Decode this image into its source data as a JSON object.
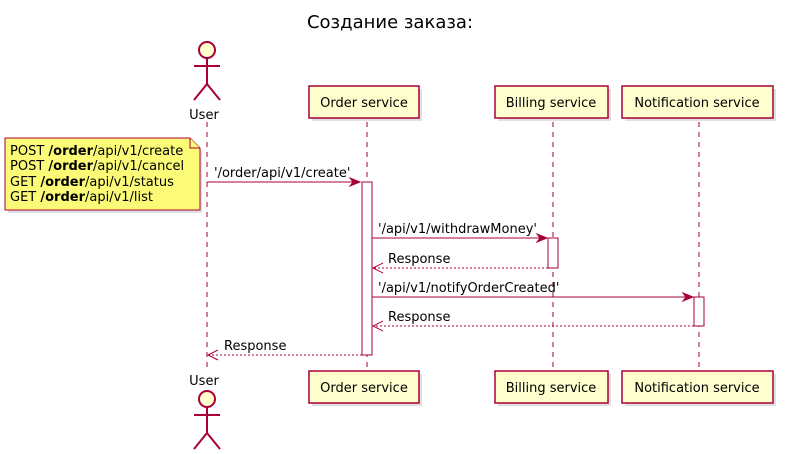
{
  "title": "Создание заказа:",
  "participants": {
    "user": "User",
    "order": "Order service",
    "billing": "Billing service",
    "notification": "Notification service"
  },
  "note": {
    "lines": [
      {
        "pre": "POST ",
        "bold": "/order",
        "post": "/api/v1/create"
      },
      {
        "pre": "POST ",
        "bold": "/order",
        "post": "/api/v1/cancel"
      },
      {
        "pre": "GET ",
        "bold": "/order",
        "post": "/api/v1/status"
      },
      {
        "pre": "GET ",
        "bold": "/order",
        "post": "/api/v1/list"
      }
    ]
  },
  "messages": {
    "m1": "'/order/api/v1/create'",
    "m2": "'/api/v1/withdrawMoney'",
    "m3": "Response",
    "m4": "'/api/v1/notifyOrderCreated'",
    "m5": "Response",
    "m6": "Response"
  },
  "colors": {
    "border": "#A80036",
    "participant_fill": "#FEFECE",
    "note_fill": "#FBFB77"
  }
}
